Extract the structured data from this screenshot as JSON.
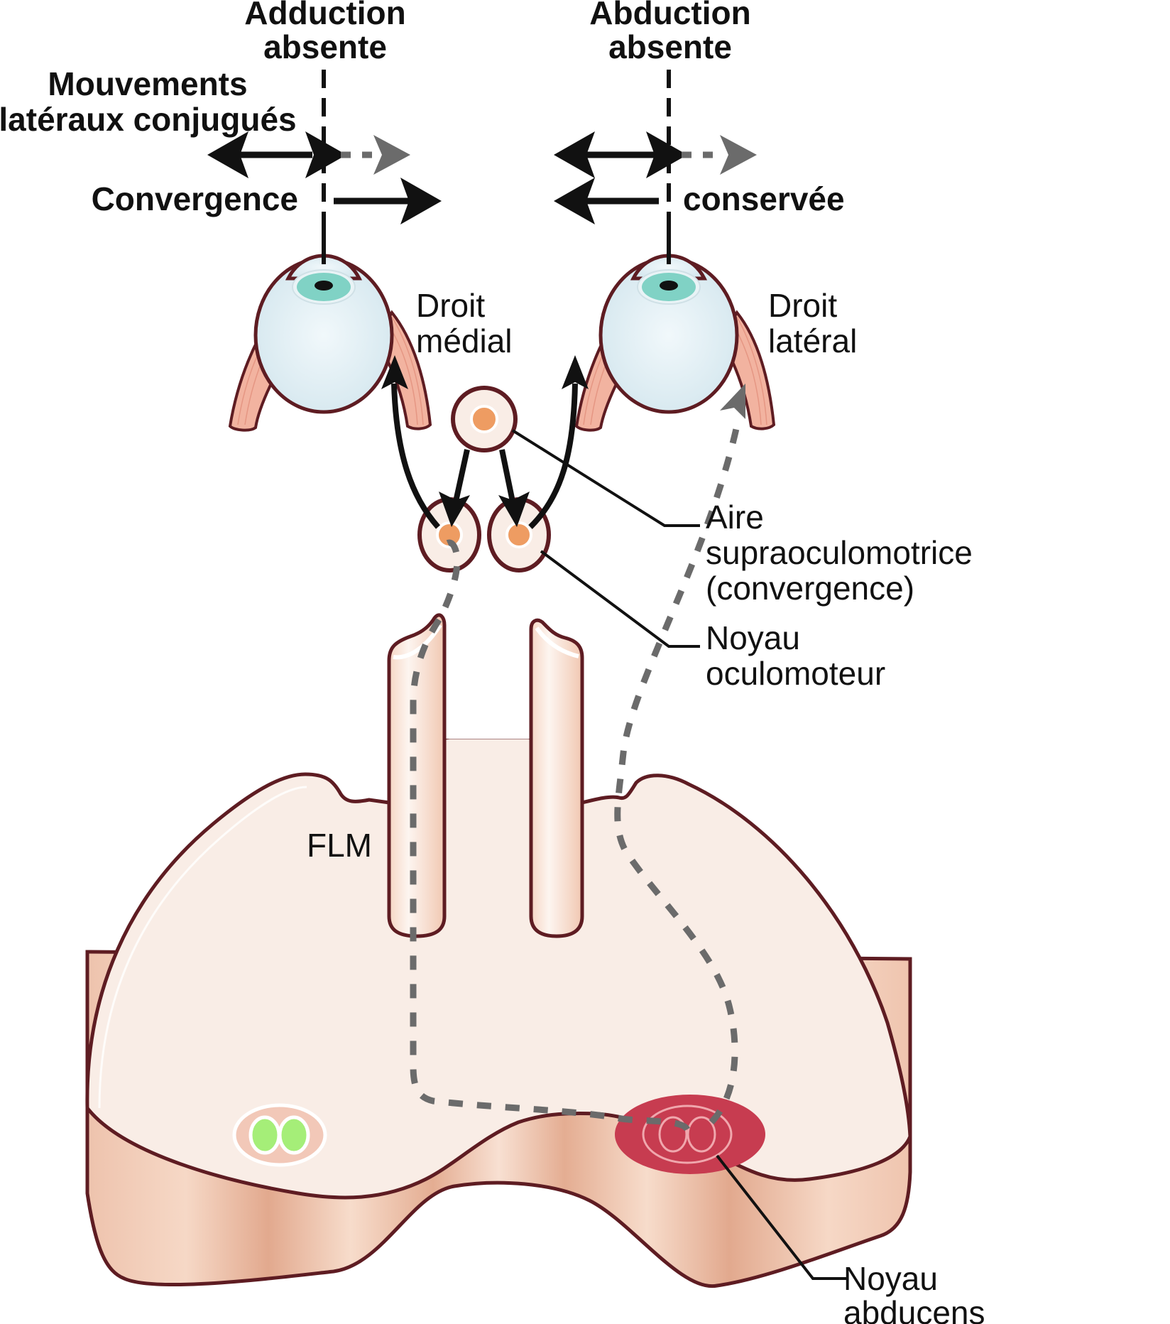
{
  "labels": {
    "left_top": [
      "Adduction",
      "absente"
    ],
    "right_top": [
      "Abduction",
      "absente"
    ],
    "conjugate": [
      "Mouvements",
      "latéraux conjugués"
    ],
    "convergence": "Convergence",
    "conserved": "conservée",
    "medial_rectus": [
      "Droit",
      "médial"
    ],
    "lateral_rectus": [
      "Droit",
      "latéral"
    ],
    "supraoculomotor": [
      "Aire",
      "supraoculomotrice",
      "(convergence)"
    ],
    "oculomotor_nucleus": [
      "Noyau",
      "oculomoteur"
    ],
    "mlf": "FLM",
    "abducens_nucleus": [
      "Noyau",
      "abducens"
    ]
  },
  "colors": {
    "outline": "#5e1c22",
    "tissue": "#f9ede6",
    "tissue_side": "#e9b49a",
    "eye": "#e3eff4",
    "iris": "#5cc7b4",
    "muscle": "#f2b3a0",
    "nucleus": "#ee9c62",
    "abducens": "#c73c50",
    "green": "#a5ee78",
    "dashed": "#6b6b6b",
    "arrow": "#111111"
  }
}
